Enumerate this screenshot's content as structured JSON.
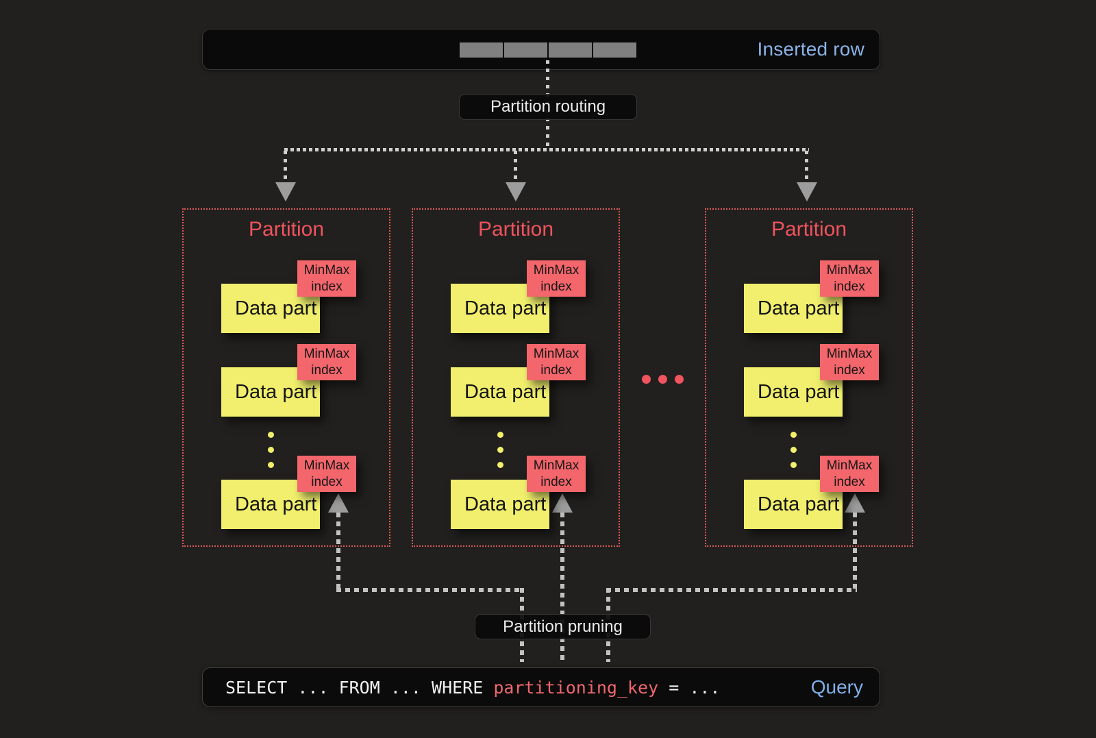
{
  "colors": {
    "background": "#21201e",
    "bar_background": "#0a0a0a",
    "accent_blue": "#8ab3e8",
    "partition_red": "#f0535e",
    "border_red": "#dd5a5a",
    "tag_red": "#f3666c",
    "data_yellow": "#f1ef6d",
    "dash_gray": "#c6c6c6",
    "query_key_red": "#ee676d",
    "row_segment_gray": "#808080"
  },
  "inserted_row": {
    "label": "Inserted row",
    "segment_count": 4
  },
  "routing_label": "Partition routing",
  "pruning_label": "Partition pruning",
  "more_partitions_indicator": "...",
  "more_parts_indicator": "⋮",
  "partitions": [
    {
      "title": "Partition",
      "parts": [
        {
          "label": "Data part",
          "tag": "MinMax index"
        },
        {
          "label": "Data part",
          "tag": "MinMax index"
        },
        {
          "label": "Data part",
          "tag": "MinMax index"
        }
      ]
    },
    {
      "title": "Partition",
      "parts": [
        {
          "label": "Data part",
          "tag": "MinMax index"
        },
        {
          "label": "Data part",
          "tag": "MinMax index"
        },
        {
          "label": "Data part",
          "tag": "MinMax index"
        }
      ]
    },
    {
      "title": "Partition",
      "parts": [
        {
          "label": "Data part",
          "tag": "MinMax index"
        },
        {
          "label": "Data part",
          "tag": "MinMax index"
        },
        {
          "label": "Data part",
          "tag": "MinMax index"
        }
      ]
    }
  ],
  "query": {
    "select_clause": "SELECT ... FROM ... WHERE ",
    "key": "partitioning_key",
    "predicate_rest": " = ...",
    "label": "Query"
  }
}
